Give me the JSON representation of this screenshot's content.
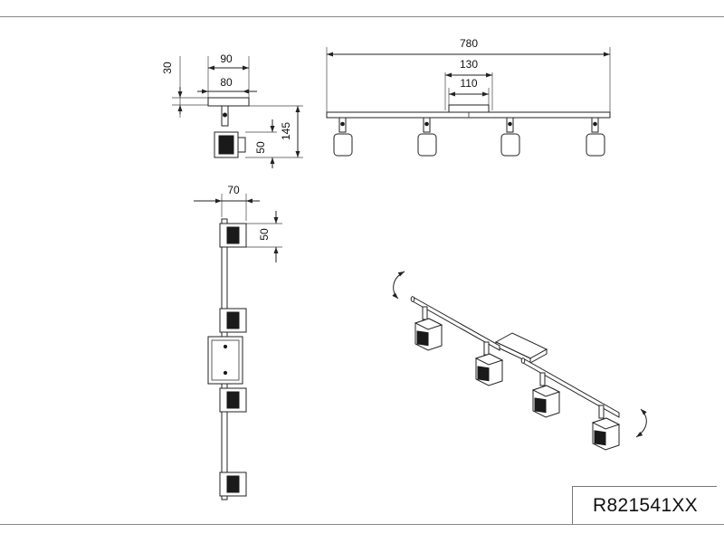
{
  "product_code": "R821541XX",
  "dimensions": {
    "side_total_width": "90",
    "side_base_width": "80",
    "side_base_height": "30",
    "side_total_height": "145",
    "side_head_height": "50",
    "front_total_length": "780",
    "front_canopy_outer": "130",
    "front_canopy_inner": "110",
    "top_width": "70",
    "top_head_size": "50"
  },
  "icons": {
    "rotate_left": "rotate-arrow-icon",
    "rotate_right": "rotate-arrow-icon"
  },
  "colors": {
    "line": "#222222",
    "background": "#ffffff"
  }
}
